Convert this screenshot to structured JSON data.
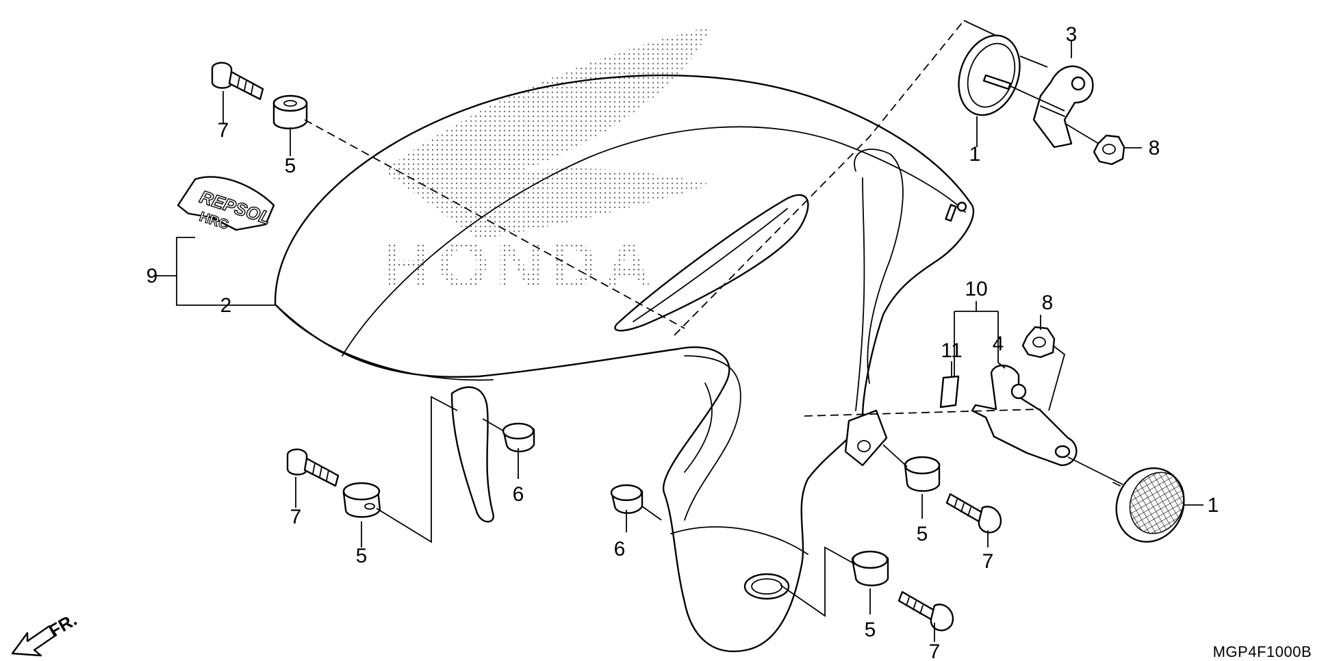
{
  "diagram": {
    "code": "MGP4F1000B",
    "fr_arrow": {
      "label": "FR.",
      "icon": "front-direction-arrow-icon"
    },
    "callouts": [
      "1",
      "1",
      "2",
      "3",
      "4",
      "5",
      "5",
      "5",
      "5",
      "6",
      "6",
      "7",
      "7",
      "7",
      "7",
      "8",
      "8",
      "9",
      "10",
      "11"
    ],
    "graphics": {
      "logo_text": "HONDA",
      "decal_text": "REPSOL",
      "decal_text_2": "HRC"
    },
    "colors": {
      "line": "#000000",
      "background": "#ffffff"
    }
  }
}
